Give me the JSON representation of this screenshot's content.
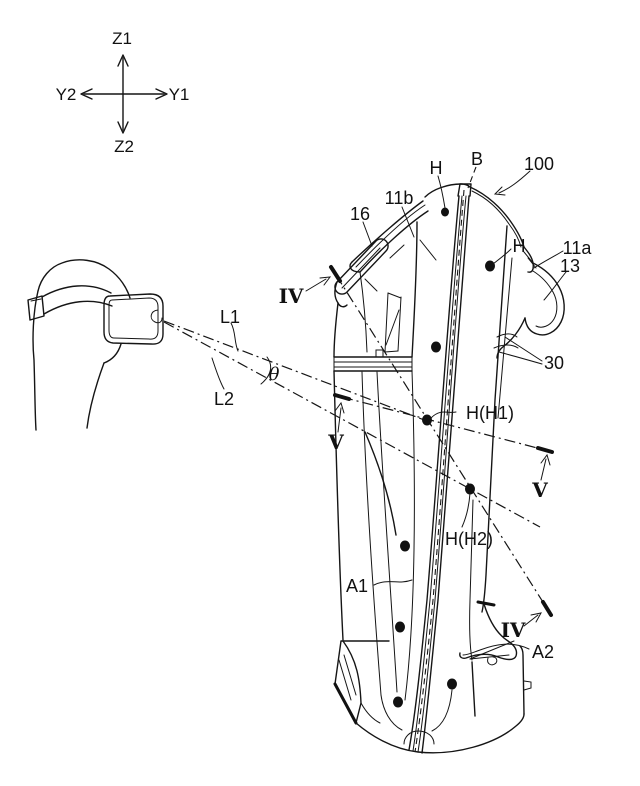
{
  "colors": {
    "background": "#ffffff",
    "line": "#151515"
  },
  "axis": {
    "up": "Z1",
    "down": "Z2",
    "left": "Y2",
    "right": "Y1"
  },
  "labels": {
    "h_top": "H",
    "b": "B",
    "n100": "100",
    "n11b": "11b",
    "n16": "16",
    "iv_top": "IV",
    "h_right": "H",
    "n11a": "11a",
    "n13": "13",
    "n30": "30",
    "l1": "L1",
    "l2": "L2",
    "theta": "θ",
    "v_left": "V",
    "v_right": "V",
    "h_h1": "H(H1)",
    "h_h2": "H(H2)",
    "a1": "A1",
    "iv_bottom": "IV",
    "a2": "A2"
  }
}
